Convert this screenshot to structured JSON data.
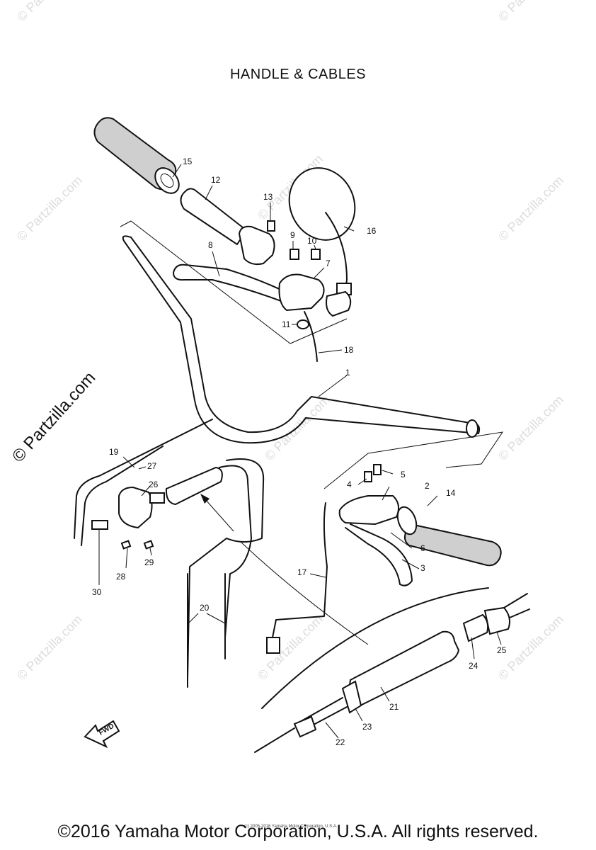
{
  "title": "HANDLE & CABLES",
  "copyright": "©2016 Yamaha Motor Corporation, U.S.A. All rights reserved.",
  "small_credit": "(c) 2005-2016 Yamaha Motor Corporation, U.S.A.",
  "watermark": "© Partzilla.com",
  "side_watermark": "© Partzilla.com",
  "fwd_label": "FWD",
  "callouts": {
    "c1": "1",
    "c2": "2",
    "c3": "3",
    "c4": "4",
    "c5": "5",
    "c6": "6",
    "c7": "7",
    "c8": "8",
    "c9": "9",
    "c10": "10",
    "c11": "11",
    "c12": "12",
    "c13": "13",
    "c14": "14",
    "c15": "15",
    "c16": "16",
    "c17": "17",
    "c18": "18",
    "c19": "19",
    "c20": "20",
    "c21": "21",
    "c22": "22",
    "c23": "23",
    "c24": "24",
    "c25": "25",
    "c26": "26",
    "c27": "27",
    "c28": "28",
    "c29": "29",
    "c30": "30"
  }
}
